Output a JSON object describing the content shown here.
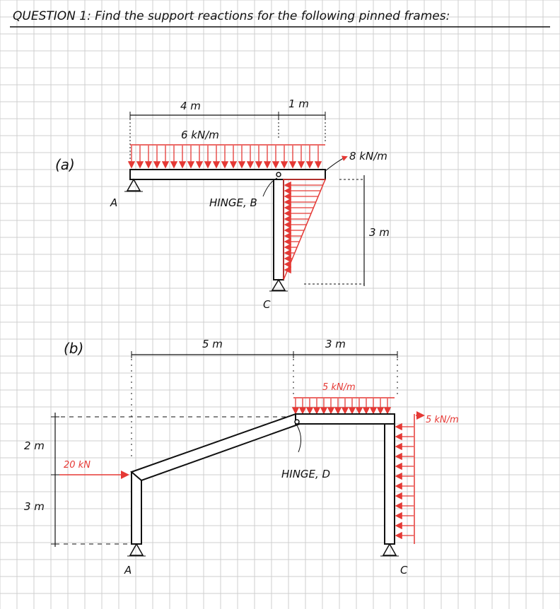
{
  "title": "QUESTION 1: Find the support reactions for the following pinned frames:",
  "colors": {
    "grid": "#cfcfcf",
    "ink": "#111111",
    "load": "#e53935"
  },
  "part_a": {
    "label": "(a)",
    "dim_left": "4 m",
    "dim_right": "1 m",
    "udl": "6 kN/m",
    "triangular_load": "8 kN/m",
    "height_dim": "3 m",
    "hinge_label": "HINGE, B",
    "support_a": "A",
    "support_c": "C"
  },
  "part_b": {
    "label": "(b)",
    "dim_left": "5 m",
    "dim_right": "3 m",
    "udl_top": "5 kN/m",
    "udl_side": "5 kN/m",
    "point_load": "20 kN",
    "dim_upper": "2 m",
    "dim_lower": "3 m",
    "hinge_label": "HINGE, D",
    "support_a": "A",
    "support_c": "C"
  }
}
